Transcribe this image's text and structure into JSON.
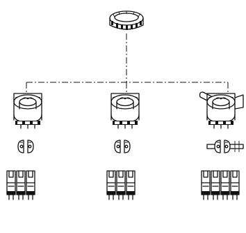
{
  "diagram": {
    "top_part": "threaded-locking-ring",
    "branches": [
      {
        "id": "left",
        "parts": [
          "socket-housing",
          "split-clamp",
          "contact-strip-3"
        ]
      },
      {
        "id": "center",
        "parts": [
          "socket-housing",
          "split-clamp",
          "contact-strip-3"
        ]
      },
      {
        "id": "right",
        "parts": [
          "socket-housing-wide",
          "split-clamp-with-pins",
          "contact-strip-4"
        ]
      }
    ],
    "line_color": "#111111",
    "background": "#ffffff"
  }
}
